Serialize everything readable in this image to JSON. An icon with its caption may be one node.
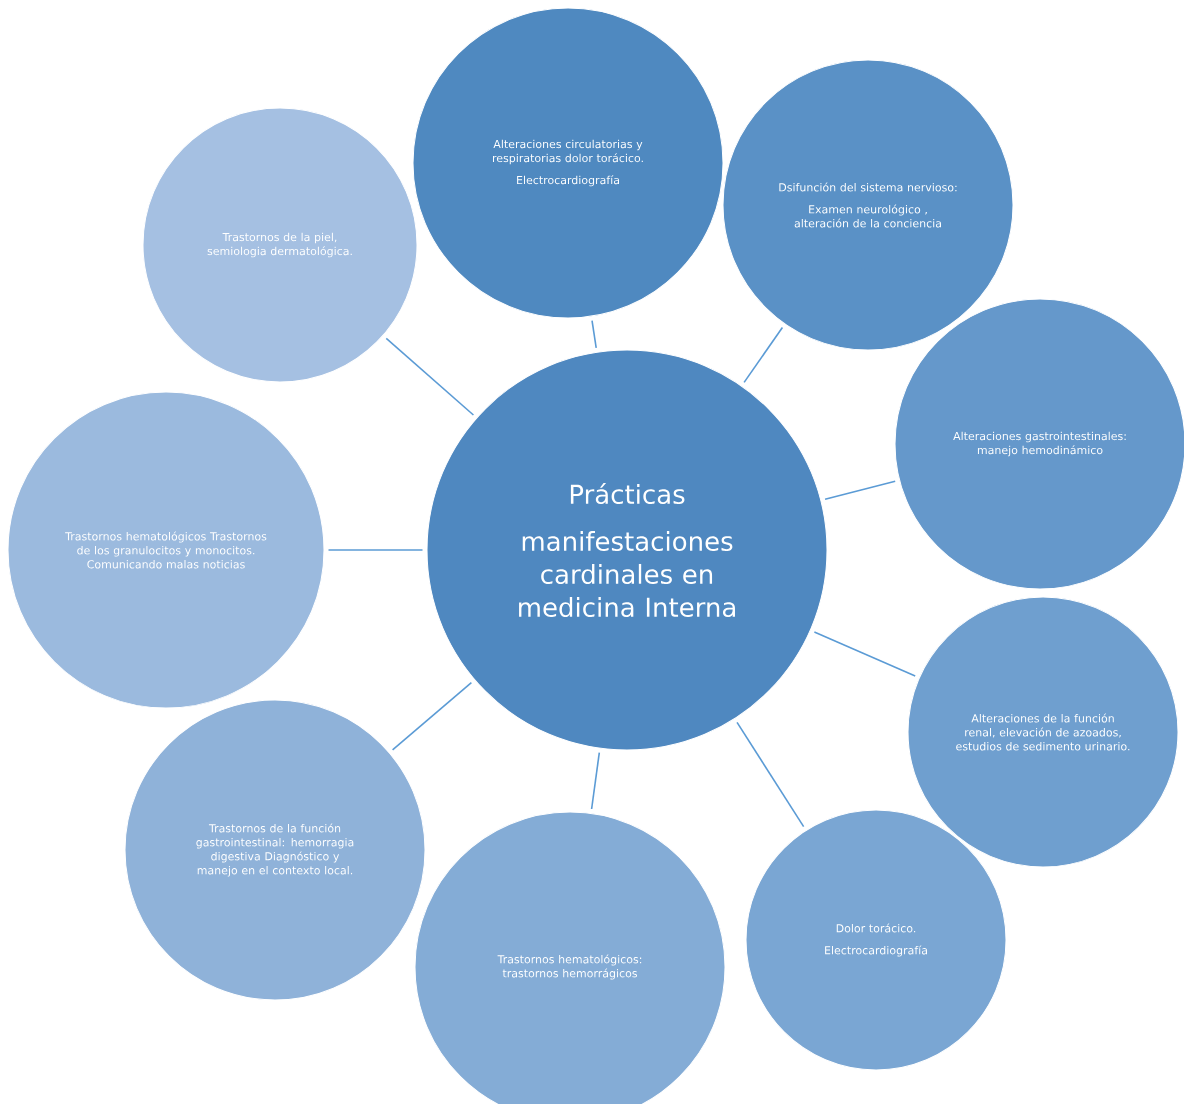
{
  "diagram": {
    "nodes": [
      {
        "text": [
          "Prácticas",
          "manifestaciones cardinales  en medicina Interna"
        ]
      },
      {
        "text": [
          "Alteraciones  circulatorias y respiratorias dolor torácico.",
          "Electrocardiografía"
        ]
      },
      {
        "text": [
          "Dsifunción del sistema nervioso:",
          "Examen neurológico , alteración de  la conciencia"
        ]
      },
      {
        "text": [
          "Alteraciones gastrointestinales: manejo hemodinámico"
        ]
      },
      {
        "text": [
          "Alteraciones de la función renal, elevación de azoados, estudios de sedimento urinario."
        ]
      },
      {
        "text": [
          "Dolor torácico.",
          "Electrocardiografía"
        ]
      },
      {
        "text": [
          "Trastornos hematológicos: trastornos hemorrágicos"
        ]
      },
      {
        "text": [
          "Trastornos de la función gastrointestinal: hemorragia digestiva Diagnóstico y manejo en el contexto local."
        ]
      },
      {
        "text": [
          "Trastornos hematológicos Trastornos de los granulocitos y monocitos. Comunicando malas noticias"
        ]
      },
      {
        "text": [
          "Trastornos de la piel, semiologia dermatológica."
        ]
      }
    ],
    "edges": [
      {
        "from": 0,
        "to": 1,
        "arrow": "none"
      },
      {
        "from": 0,
        "to": 2,
        "arrow": "none"
      },
      {
        "from": 0,
        "to": 3,
        "arrow": "none"
      },
      {
        "from": 0,
        "to": 4,
        "arrow": "none"
      },
      {
        "from": 0,
        "to": 5,
        "arrow": "none"
      },
      {
        "from": 0,
        "to": 6,
        "arrow": "none"
      },
      {
        "from": 0,
        "to": 7,
        "arrow": "none"
      },
      {
        "from": 0,
        "to": 8,
        "arrow": "none"
      },
      {
        "from": 0,
        "to": 9,
        "arrow": "none"
      }
    ]
  }
}
